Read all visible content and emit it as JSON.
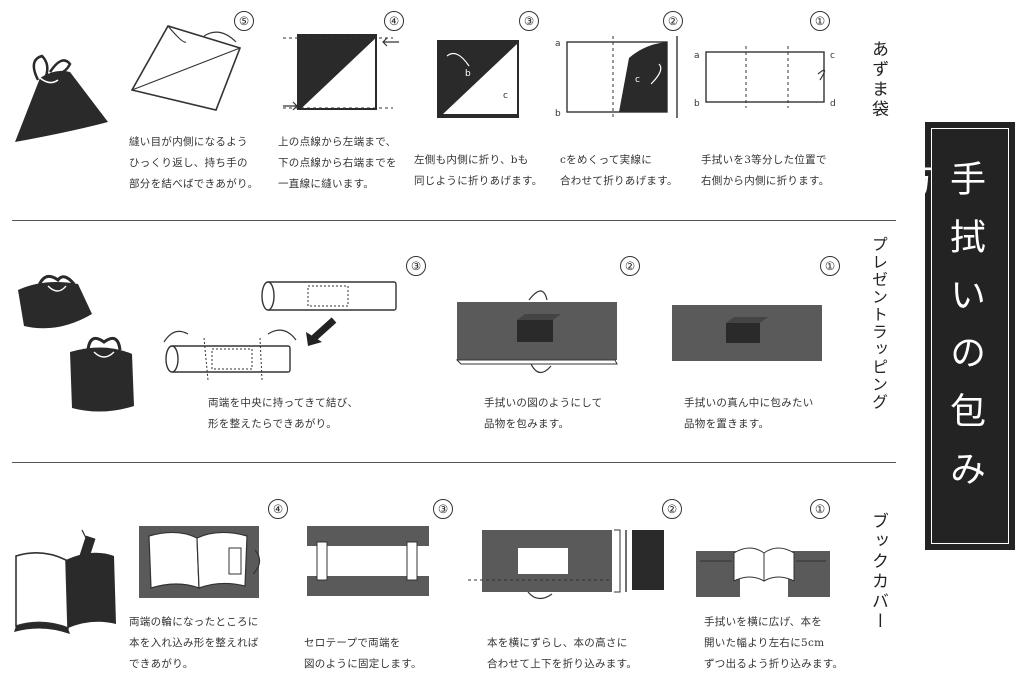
{
  "title": "手拭いの包み方",
  "sections": {
    "azuma": {
      "heading": "あずま袋",
      "steps": [
        {
          "num": "⑤",
          "caption": "縫い目が内側になるよう\nひっくり返し、持ち手の\n部分を結べばできあがり。"
        },
        {
          "num": "④",
          "caption": "上の点線から左端まで、\n下の点線から右端までを\n一直線に縫います。"
        },
        {
          "num": "③",
          "caption": "左側も内側に折り、bも\n同じように折りあげます。"
        },
        {
          "num": "②",
          "caption": "cをめくって実線に\n合わせて折りあげます。"
        },
        {
          "num": "①",
          "caption": "手拭いを3等分した位置で\n右側から内側に折ります。"
        }
      ],
      "labels": {
        "a": "a",
        "b": "b",
        "c": "c",
        "d": "d"
      }
    },
    "present": {
      "heading": "プレゼントラッピング",
      "steps": [
        {
          "num": "③",
          "caption": "両端を中央に持ってきて結び、\n形を整えたらできあがり。"
        },
        {
          "num": "②",
          "caption": "手拭いの図のようにして\n品物を包みます。"
        },
        {
          "num": "①",
          "caption": "手拭いの真ん中に包みたい\n品物を置きます。"
        }
      ]
    },
    "book": {
      "heading": "ブックカバー",
      "steps": [
        {
          "num": "④",
          "caption": "両端の輪になったところに\n本を入れ込み形を整えれば\nできあがり。"
        },
        {
          "num": "③",
          "caption": "セロテープで両端を\n図のように固定します。"
        },
        {
          "num": "②",
          "caption": "本を横にずらし、本の高さに\n合わせて上下を折り込みます。"
        },
        {
          "num": "①",
          "caption": "手拭いを横に広げ、本を\n開いた幅より左右に5cm\nずつ出るよう折り込みます。"
        }
      ],
      "margin_label": "5cm"
    }
  },
  "colors": {
    "ink": "#2b2b2b",
    "cloth": "#5a5a5a",
    "dark": "#2a2a2a"
  }
}
